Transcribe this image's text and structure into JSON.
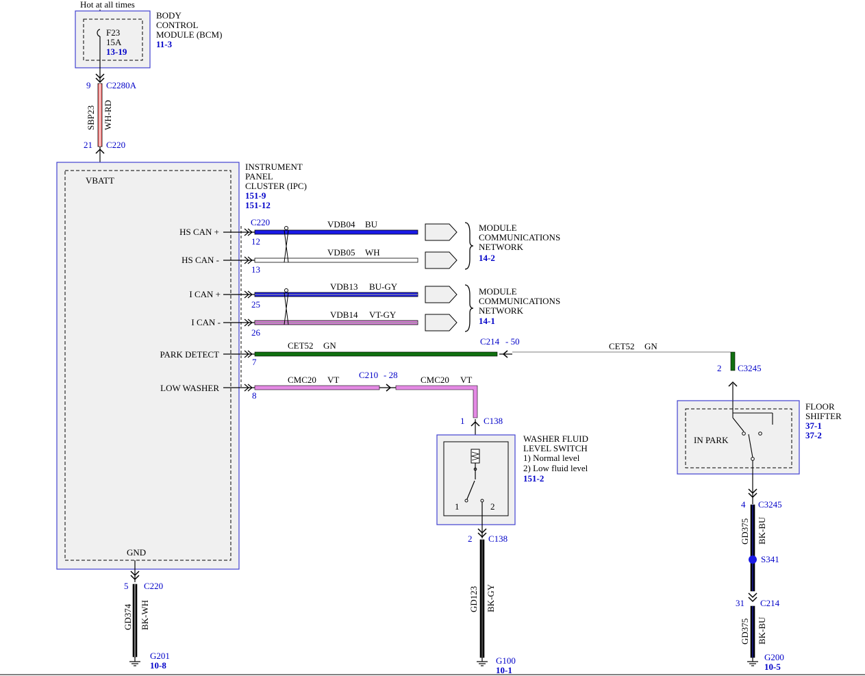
{
  "header_note": "Hot at all times",
  "colors": {
    "wh_rd": "#ff8080",
    "bu": "#1a1ae6",
    "wh": "#ffffff",
    "vt_gy": "#e080e0",
    "gn": "#107010",
    "vt": "#e48ae4",
    "bk": "#000000",
    "box_border": "#4040d0",
    "ref_blue": "#0000c8"
  },
  "bcm": {
    "title": [
      "BODY",
      "CONTROL",
      "MODULE (BCM)"
    ],
    "ref": "11-3",
    "fuse_name": "F23",
    "fuse_rating": "15A",
    "fuse_ref": "13-19"
  },
  "bcm_wire": {
    "top_pin": "9",
    "top_connector": "C2280A",
    "circuit": "SBP23",
    "color": "WH-RD",
    "bottom_pin": "21",
    "bottom_connector": "C220"
  },
  "ipc": {
    "title": [
      "INSTRUMENT",
      "PANEL",
      "CLUSTER (IPC)"
    ],
    "refs": [
      "151-9",
      "151-12"
    ],
    "vbatt": "VBATT",
    "gnd": "GND",
    "pins": [
      "HS CAN +",
      "HS CAN -",
      "I CAN +",
      "I CAN -",
      "PARK DETECT",
      "LOW WASHER"
    ]
  },
  "can_wires": {
    "connector": "C220",
    "rows": [
      {
        "pin": "12",
        "circuit": "VDB04",
        "color": "BU"
      },
      {
        "pin": "13",
        "circuit": "VDB05",
        "color": "WH"
      },
      {
        "pin": "25",
        "circuit": "VDB13",
        "color": "BU-GY"
      },
      {
        "pin": "26",
        "circuit": "VDB14",
        "color": "VT-GY"
      }
    ],
    "network_1": {
      "lines": [
        "MODULE",
        "COMMUNICATIONS",
        "NETWORK"
      ],
      "ref": "14-2"
    },
    "network_2": {
      "lines": [
        "MODULE",
        "COMMUNICATIONS",
        "NETWORK"
      ],
      "ref": "14-1"
    }
  },
  "park_wire": {
    "pin": "7",
    "circuit_left": "CET52",
    "color_left": "GN",
    "inline_connector": "C214",
    "inline_pin": "- 50",
    "circuit_right": "CET52",
    "color_right": "GN",
    "shifter_pin": "2",
    "shifter_connector": "C3245"
  },
  "washer_wire": {
    "pin": "8",
    "circuit_left": "CMC20",
    "color_left": "VT",
    "inline_connector": "C210",
    "inline_pin": "- 28",
    "circuit_right": "CMC20",
    "color_right": "VT",
    "switch_pin": "1",
    "switch_connector": "C138"
  },
  "washer_switch": {
    "title": [
      "WASHER FLUID",
      "LEVEL SWITCH"
    ],
    "states": [
      "1) Normal level",
      "2) Low fluid level"
    ],
    "ref": "151-2",
    "contact_1": "1",
    "contact_2": "2"
  },
  "washer_ground": {
    "pin": "2",
    "connector": "C138",
    "circuit": "GD123",
    "color": "BK-GY",
    "ground": "G100",
    "ref": "10-1"
  },
  "floor_shifter": {
    "title": [
      "FLOOR",
      "SHIFTER"
    ],
    "refs": [
      "37-1",
      "37-2"
    ],
    "state": "IN PARK"
  },
  "shifter_ground": {
    "pin_top": "4",
    "connector_top": "C3245",
    "circuit_top": "GD375",
    "color_top": "BK-BU",
    "splice": "S341",
    "pin_bottom": "31",
    "connector_bottom": "C214",
    "circuit_bottom": "GD375",
    "color_bottom": "BK-BU",
    "ground": "G200",
    "ref": "10-5"
  },
  "ipc_ground": {
    "pin": "5",
    "connector": "C220",
    "circuit": "GD374",
    "color": "BK-WH",
    "ground": "G201",
    "ref": "10-8"
  }
}
